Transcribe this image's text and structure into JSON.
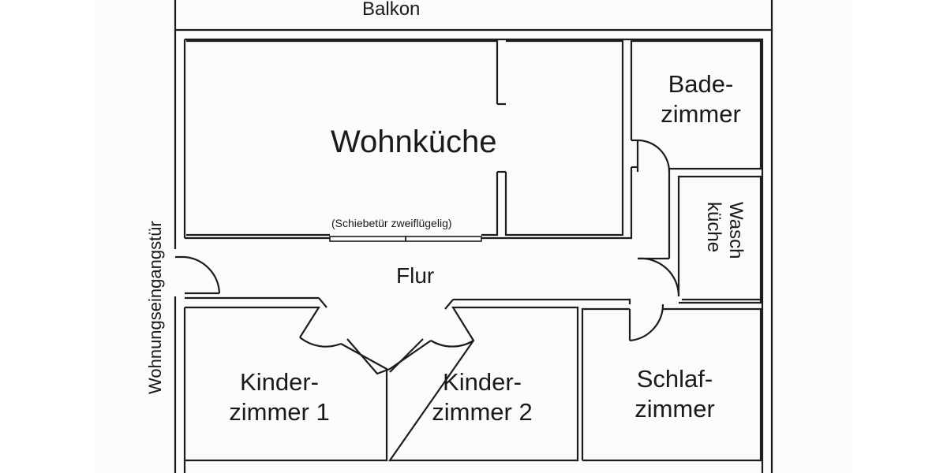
{
  "plan": {
    "line_color": "#1c1c1c",
    "paper_color": "#fbfbfb",
    "labels": {
      "balkon": "Balkon",
      "wohnkueche": "Wohnküche",
      "schiebetuer": "(Schiebetür zweiflügelig)",
      "badezimmer_1": "Bade-",
      "badezimmer_2": "zimmer",
      "waschkueche_1": "Wasch",
      "waschkueche_2": "küche",
      "flur": "Flur",
      "eingang": "Wohnungseingangstür",
      "kinder1_1": "Kinder-",
      "kinder1_2": "zimmer 1",
      "kinder2_1": "Kinder-",
      "kinder2_2": "zimmer 2",
      "schlaf_1": "Schlaf-",
      "schlaf_2": "zimmer"
    }
  }
}
